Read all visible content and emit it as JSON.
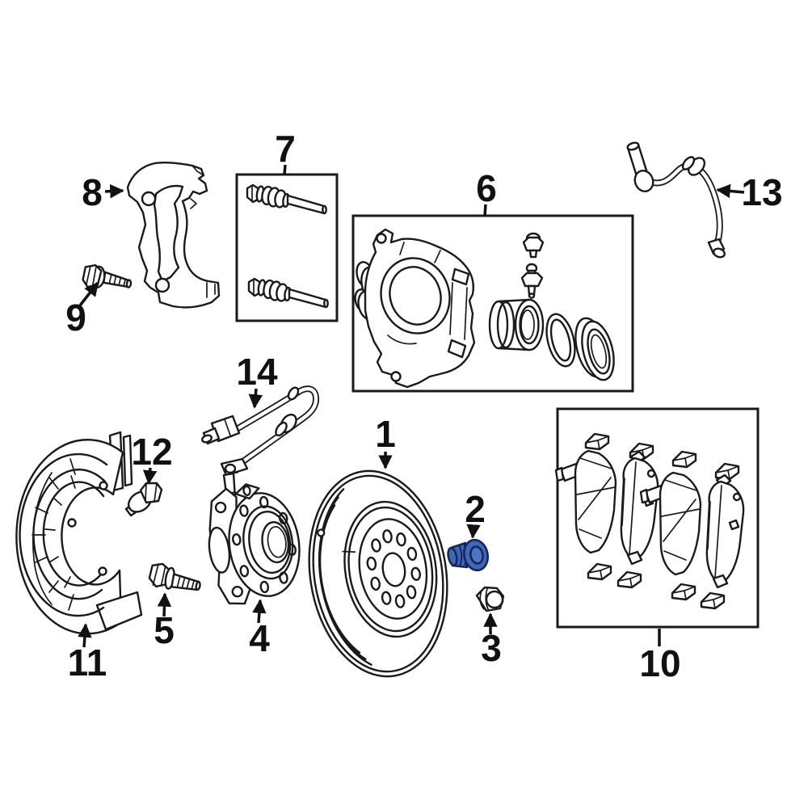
{
  "diagram": {
    "description": "Exploded parts diagram of a front disc brake assembly with numbered callouts",
    "highlighted_callout_number": "2",
    "colors": {
      "line": "#1A1A1A",
      "background": "#FFFFFF",
      "highlight_fill": "#3E68B6",
      "highlight_inner_fill": "#4D76C0",
      "highlight_outline": "#16265C"
    },
    "boxed_group_callouts": [
      "6",
      "7",
      "10"
    ],
    "callouts": [
      {
        "number": "1"
      },
      {
        "number": "2"
      },
      {
        "number": "3"
      },
      {
        "number": "4"
      },
      {
        "number": "5"
      },
      {
        "number": "6"
      },
      {
        "number": "7"
      },
      {
        "number": "8"
      },
      {
        "number": "9"
      },
      {
        "number": "10"
      },
      {
        "number": "11"
      },
      {
        "number": "12"
      },
      {
        "number": "13"
      },
      {
        "number": "14"
      }
    ]
  }
}
